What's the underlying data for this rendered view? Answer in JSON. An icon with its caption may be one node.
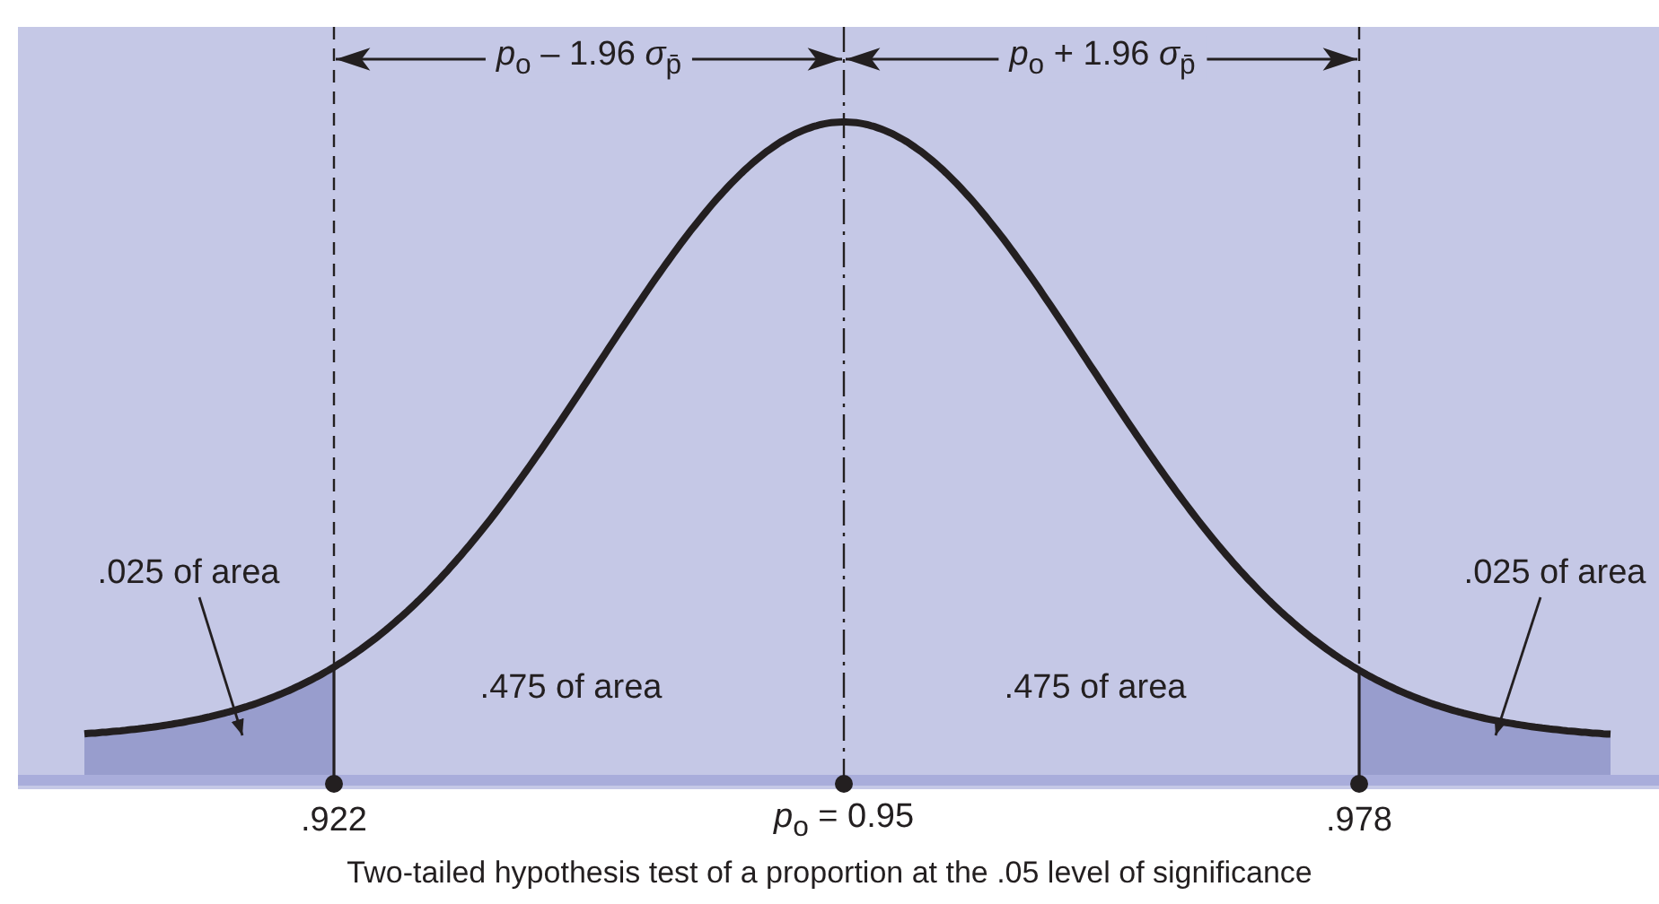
{
  "diagram": {
    "caption": "Two-tailed hypothesis test of a proportion at the .05 level of significance",
    "nodes": [
      {
        "text": [
          ".025 of area"
        ]
      },
      {
        "text": [
          ".025 of area"
        ]
      }
    ],
    "edges": [
      {
        "from": 0,
        "to": null,
        "arrow": "to"
      },
      {
        "from": 1,
        "to": null,
        "arrow": "to"
      }
    ],
    "labels": [
      "*p*$_{o}$ – 1.96 *σ*$_{p̄}$",
      "*p*$_{o}$ + 1.96 *σ*$_{p̄}$",
      ".475 of area",
      ".475 of area",
      ".922",
      "*p*$_{o}$ = 0.95",
      ".978"
    ]
  }
}
